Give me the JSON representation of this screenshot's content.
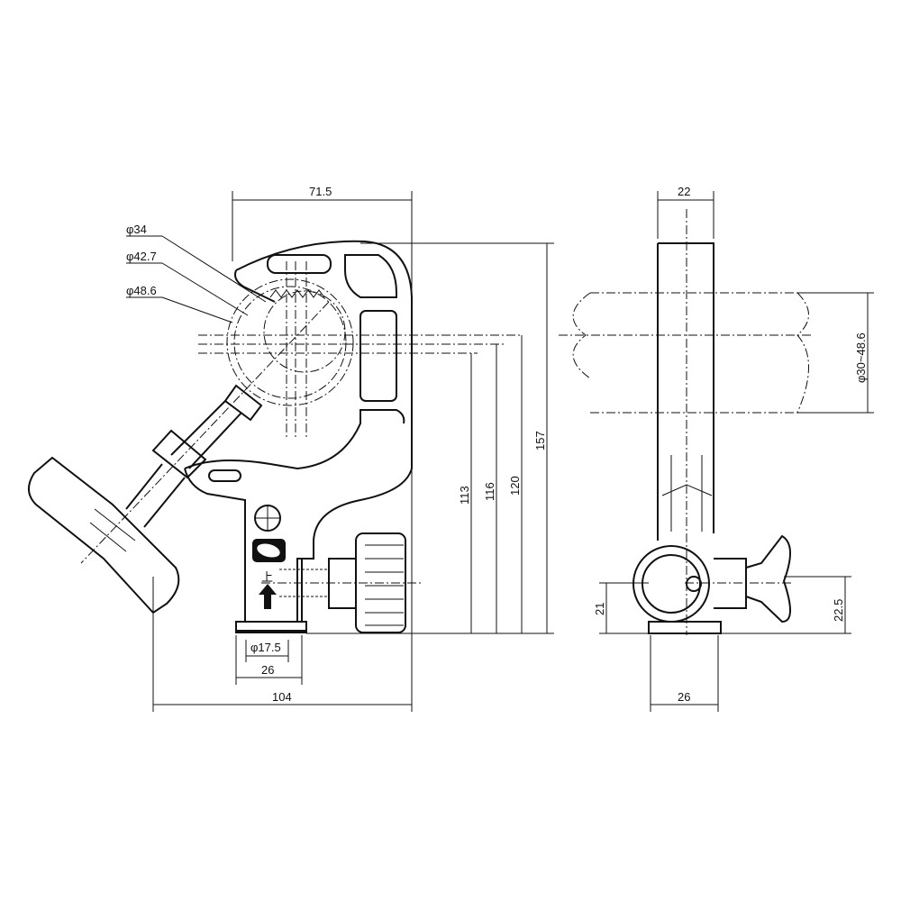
{
  "front_view": {
    "dim_width_top": "71.5",
    "dim_dia_1": "φ34",
    "dim_dia_2": "φ42.7",
    "dim_dia_3": "φ48.6",
    "dim_h_113": "113",
    "dim_h_116": "116",
    "dim_h_120": "120",
    "dim_h_157": "157",
    "dim_dia_base": "φ17.5",
    "dim_base_width": "26",
    "dim_total_width": "104",
    "marking_up": "上",
    "logo_text": "logo emblem"
  },
  "side_view": {
    "dim_top_width": "22",
    "dim_pipe_range": "φ30~48.6",
    "dim_h_21": "21",
    "dim_h_22_5": "22.5",
    "dim_base_width": "26"
  }
}
